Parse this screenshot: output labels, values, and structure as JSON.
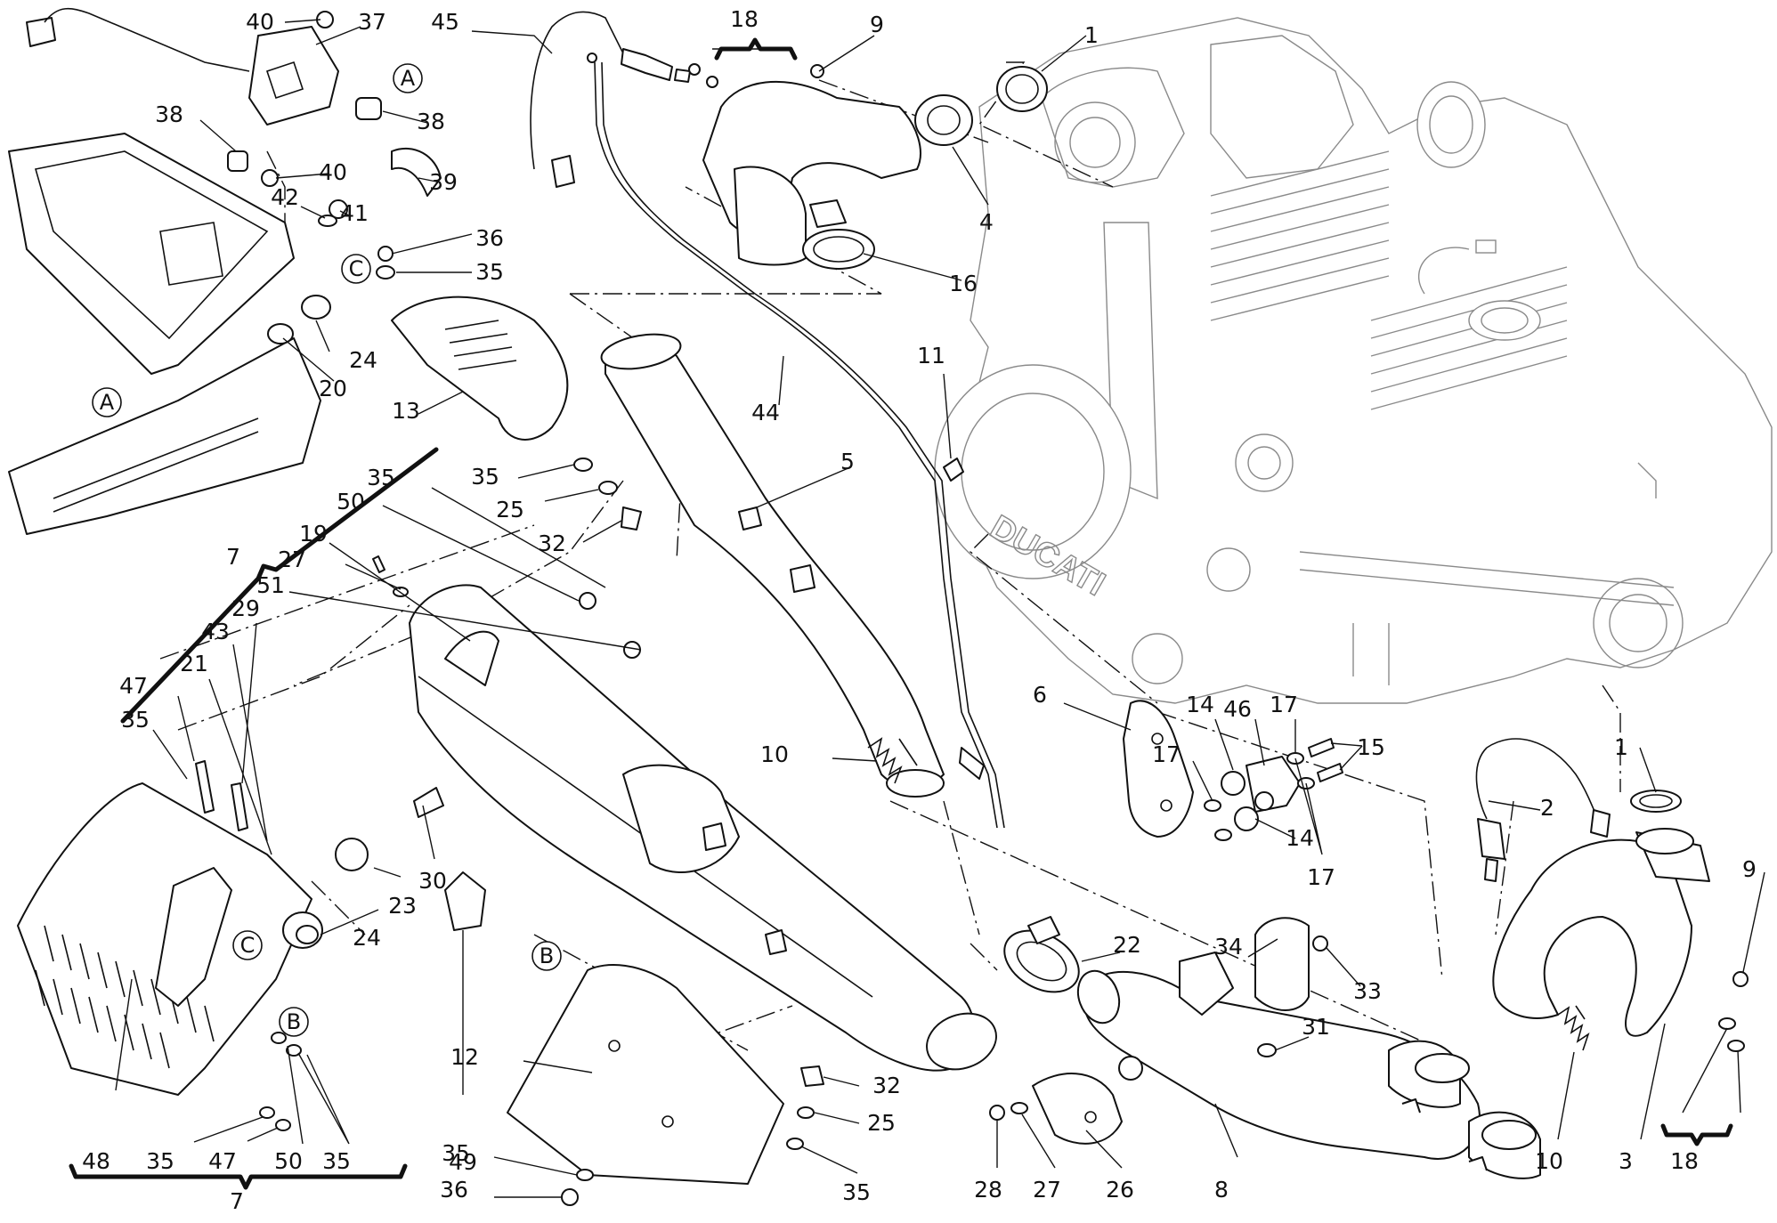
{
  "callouts": [
    {
      "id": "c40a",
      "text": "40"
    },
    {
      "id": "c37",
      "text": "37"
    },
    {
      "id": "c45",
      "text": "45"
    },
    {
      "id": "c18a",
      "text": "18"
    },
    {
      "id": "c9a",
      "text": "9"
    },
    {
      "id": "c1a",
      "text": "1"
    },
    {
      "id": "c38a",
      "text": "38"
    },
    {
      "id": "c38b",
      "text": "38"
    },
    {
      "id": "c40b",
      "text": "40"
    },
    {
      "id": "c39",
      "text": "39"
    },
    {
      "id": "c4",
      "text": "4"
    },
    {
      "id": "c42",
      "text": "42"
    },
    {
      "id": "c41",
      "text": "41"
    },
    {
      "id": "c36a",
      "text": "36"
    },
    {
      "id": "c35a",
      "text": "35"
    },
    {
      "id": "c16",
      "text": "16"
    },
    {
      "id": "c24a",
      "text": "24"
    },
    {
      "id": "c20",
      "text": "20"
    },
    {
      "id": "c13",
      "text": "13"
    },
    {
      "id": "c44",
      "text": "44"
    },
    {
      "id": "c11",
      "text": "11"
    },
    {
      "id": "c5",
      "text": "5"
    },
    {
      "id": "c35b",
      "text": "35"
    },
    {
      "id": "c25a",
      "text": "25"
    },
    {
      "id": "c32a",
      "text": "32"
    },
    {
      "id": "c35c",
      "text": "35"
    },
    {
      "id": "c50a",
      "text": "50"
    },
    {
      "id": "c19",
      "text": "19"
    },
    {
      "id": "c7a",
      "text": "7"
    },
    {
      "id": "c27a",
      "text": "27"
    },
    {
      "id": "c51",
      "text": "51"
    },
    {
      "id": "c29",
      "text": "29"
    },
    {
      "id": "c43",
      "text": "43"
    },
    {
      "id": "c21",
      "text": "21"
    },
    {
      "id": "c47a",
      "text": "47"
    },
    {
      "id": "c35d",
      "text": "35"
    },
    {
      "id": "c6",
      "text": "6"
    },
    {
      "id": "c14a",
      "text": "14"
    },
    {
      "id": "c46",
      "text": "46"
    },
    {
      "id": "c17a",
      "text": "17"
    },
    {
      "id": "c15",
      "text": "15"
    },
    {
      "id": "c17b",
      "text": "17"
    },
    {
      "id": "c1b",
      "text": "1"
    },
    {
      "id": "c10a",
      "text": "10"
    },
    {
      "id": "c2",
      "text": "2"
    },
    {
      "id": "c14b",
      "text": "14"
    },
    {
      "id": "c17c",
      "text": "17"
    },
    {
      "id": "c30",
      "text": "30"
    },
    {
      "id": "c23",
      "text": "23"
    },
    {
      "id": "c24b",
      "text": "24"
    },
    {
      "id": "c9b",
      "text": "9"
    },
    {
      "id": "c34",
      "text": "34"
    },
    {
      "id": "c22",
      "text": "22"
    },
    {
      "id": "c33",
      "text": "33"
    },
    {
      "id": "c31",
      "text": "31"
    },
    {
      "id": "c49",
      "text": "49"
    },
    {
      "id": "c12",
      "text": "12"
    },
    {
      "id": "c32b",
      "text": "32"
    },
    {
      "id": "c25b",
      "text": "25"
    },
    {
      "id": "c35e",
      "text": "35"
    },
    {
      "id": "c35f",
      "text": "35"
    },
    {
      "id": "c36b",
      "text": "36"
    },
    {
      "id": "c48",
      "text": "48"
    },
    {
      "id": "c35g",
      "text": "35"
    },
    {
      "id": "c47b",
      "text": "47"
    },
    {
      "id": "c50b",
      "text": "50"
    },
    {
      "id": "c35h",
      "text": "35"
    },
    {
      "id": "c7b",
      "text": "7"
    },
    {
      "id": "c28",
      "text": "28"
    },
    {
      "id": "c27b",
      "text": "27"
    },
    {
      "id": "c26",
      "text": "26"
    },
    {
      "id": "c8",
      "text": "8"
    },
    {
      "id": "c10b",
      "text": "10"
    },
    {
      "id": "c3",
      "text": "3"
    },
    {
      "id": "c18b",
      "text": "18"
    }
  ],
  "reference_marks": [
    {
      "id": "ref-a-top",
      "letter": "A"
    },
    {
      "id": "ref-a-bottom",
      "letter": "A"
    },
    {
      "id": "ref-c-top",
      "letter": "C"
    },
    {
      "id": "ref-c-bottom",
      "letter": "C"
    },
    {
      "id": "ref-b-mid",
      "letter": "B"
    },
    {
      "id": "ref-b-low",
      "letter": "B"
    }
  ],
  "engine_logo_text": "DUCATI"
}
